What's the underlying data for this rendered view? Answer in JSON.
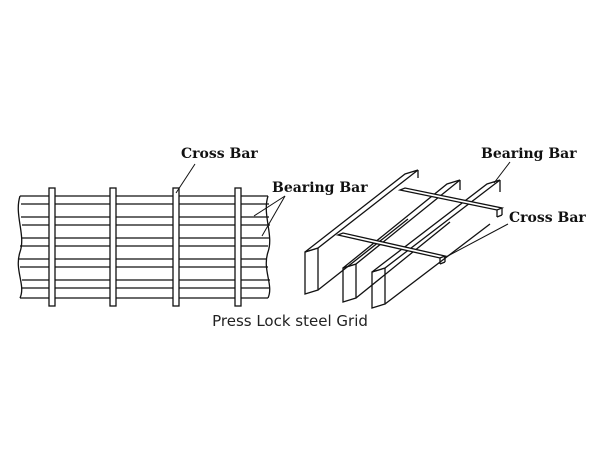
{
  "labels": {
    "left_cross_bar": "Cross Bar",
    "left_bearing_bar": "Bearing Bar",
    "right_bearing_bar": "Bearing Bar",
    "right_cross_bar": "Cross Bar",
    "caption": "Press Lock steel Grid"
  },
  "colors": {
    "line": "#111111",
    "background": "#ffffff"
  }
}
